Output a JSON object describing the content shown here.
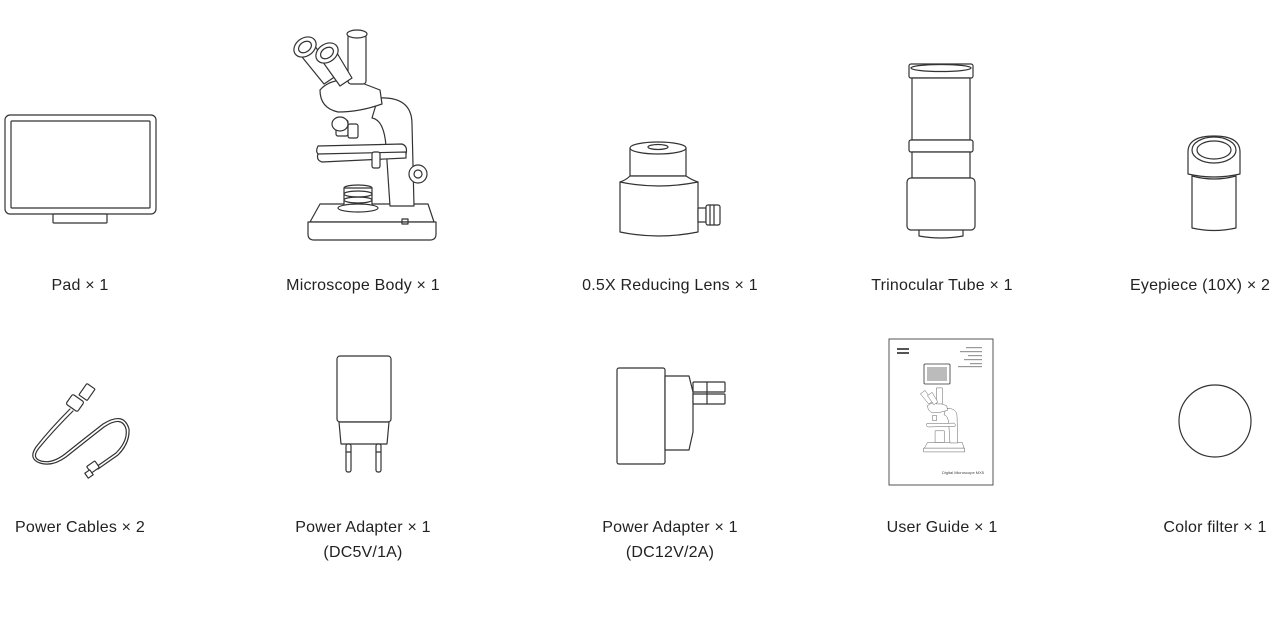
{
  "items": [
    {
      "label": "Pad × 1",
      "icon": "tablet-pad-icon"
    },
    {
      "label": "Microscope Body × 1",
      "icon": "microscope-icon"
    },
    {
      "label": "0.5X Reducing Lens × 1",
      "icon": "reducing-lens-icon"
    },
    {
      "label": "Trinocular Tube × 1",
      "icon": "trinocular-tube-icon"
    },
    {
      "label": "Eyepiece (10X) × 2",
      "icon": "eyepiece-icon"
    },
    {
      "label": "Power Cables × 2",
      "icon": "usb-cable-icon"
    },
    {
      "label": "Power Adapter × 1",
      "sublabel": "(DC5V/1A)",
      "icon": "power-adapter-5v-icon"
    },
    {
      "label": "Power Adapter × 1",
      "sublabel": "(DC12V/2A)",
      "icon": "power-adapter-12v-icon"
    },
    {
      "label": "User Guide × 1",
      "icon": "user-guide-booklet-icon",
      "cover_title": "Digital Microscope MX5"
    },
    {
      "label": "Color filter × 1",
      "icon": "color-filter-icon"
    }
  ]
}
